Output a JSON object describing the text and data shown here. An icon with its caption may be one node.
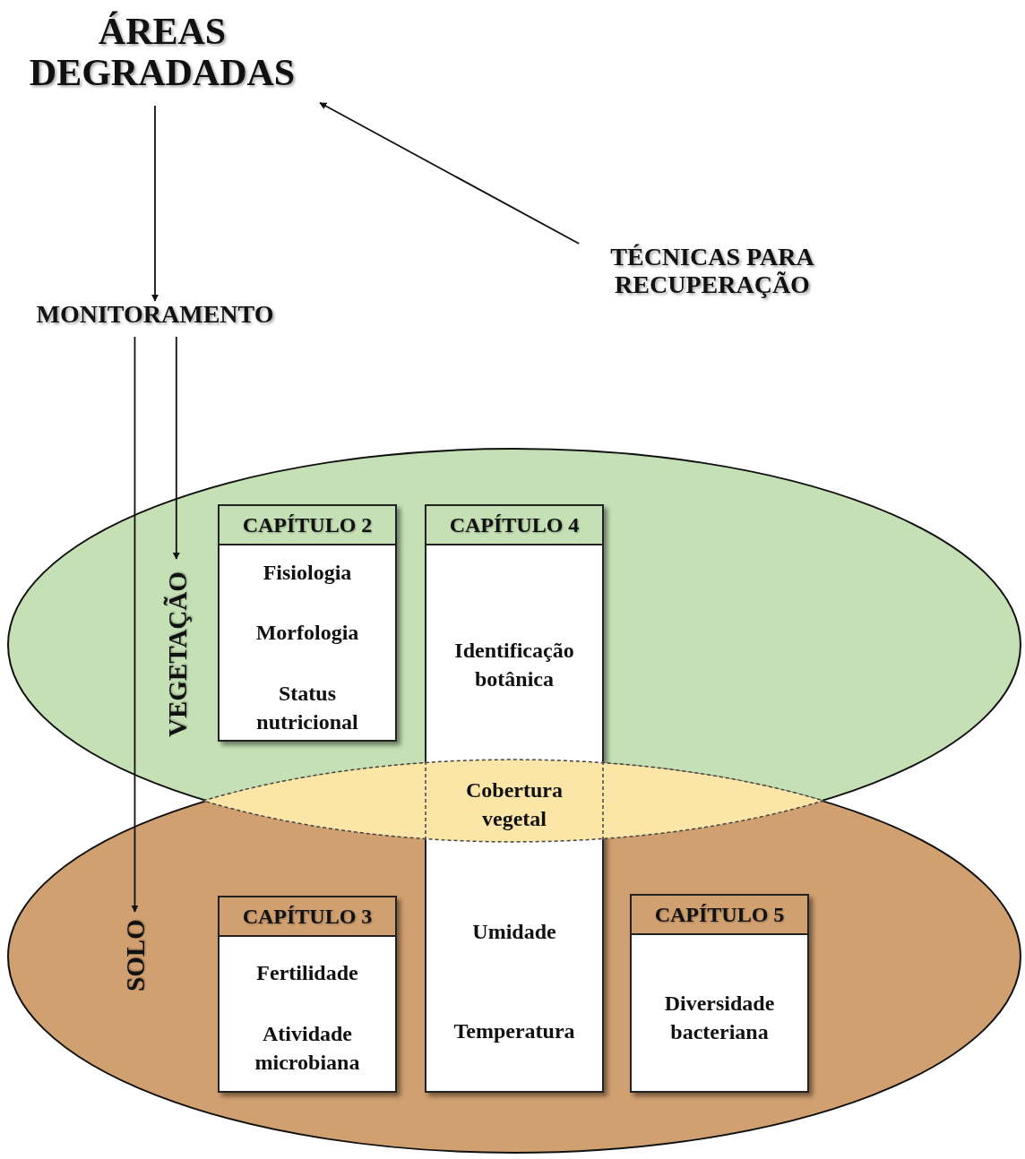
{
  "diagram": {
    "nodes": [
      {
        "text": [
          "ÁREAS DEGRADADAS"
        ]
      },
      {
        "text": [
          "TÉCNICAS PARA RECUPERAÇÃO"
        ]
      },
      {
        "text": [
          "MONITORAMENTO"
        ]
      },
      {
        "text": [],
        "shape": "ellipse"
      },
      {
        "text": [
          "VEGETAÇÃO"
        ],
        "in": 3
      },
      {
        "text": [
          "CAPÍTULO 2",
          "Fisiologia",
          "Morfologia",
          "Status nutricional"
        ],
        "in": 3
      },
      {
        "text": [
          "CAPÍTULO 4",
          "Identificação botânica",
          "Umidade",
          "Temperatura"
        ]
      },
      {
        "text": [
          "Cobertura vegetal"
        ]
      },
      {
        "text": [],
        "shape": "ellipse"
      },
      {
        "text": [
          "SOLO"
        ],
        "in": 8
      },
      {
        "text": [
          "CAPÍTULO 3",
          "Fertilidade",
          "Atividade microbiana"
        ],
        "in": 8
      },
      {
        "text": [
          "CAPÍTULO 5",
          "Diversidade bacteriana"
        ],
        "in": 8
      }
    ],
    "edges": [
      {
        "from": 0,
        "to": 2,
        "arrow": "to"
      },
      {
        "from": 1,
        "to": 0,
        "arrow": "to"
      },
      {
        "from": 2,
        "to": 4,
        "arrow": "to"
      },
      {
        "from": 2,
        "to": 9,
        "arrow": "to"
      }
    ]
  }
}
